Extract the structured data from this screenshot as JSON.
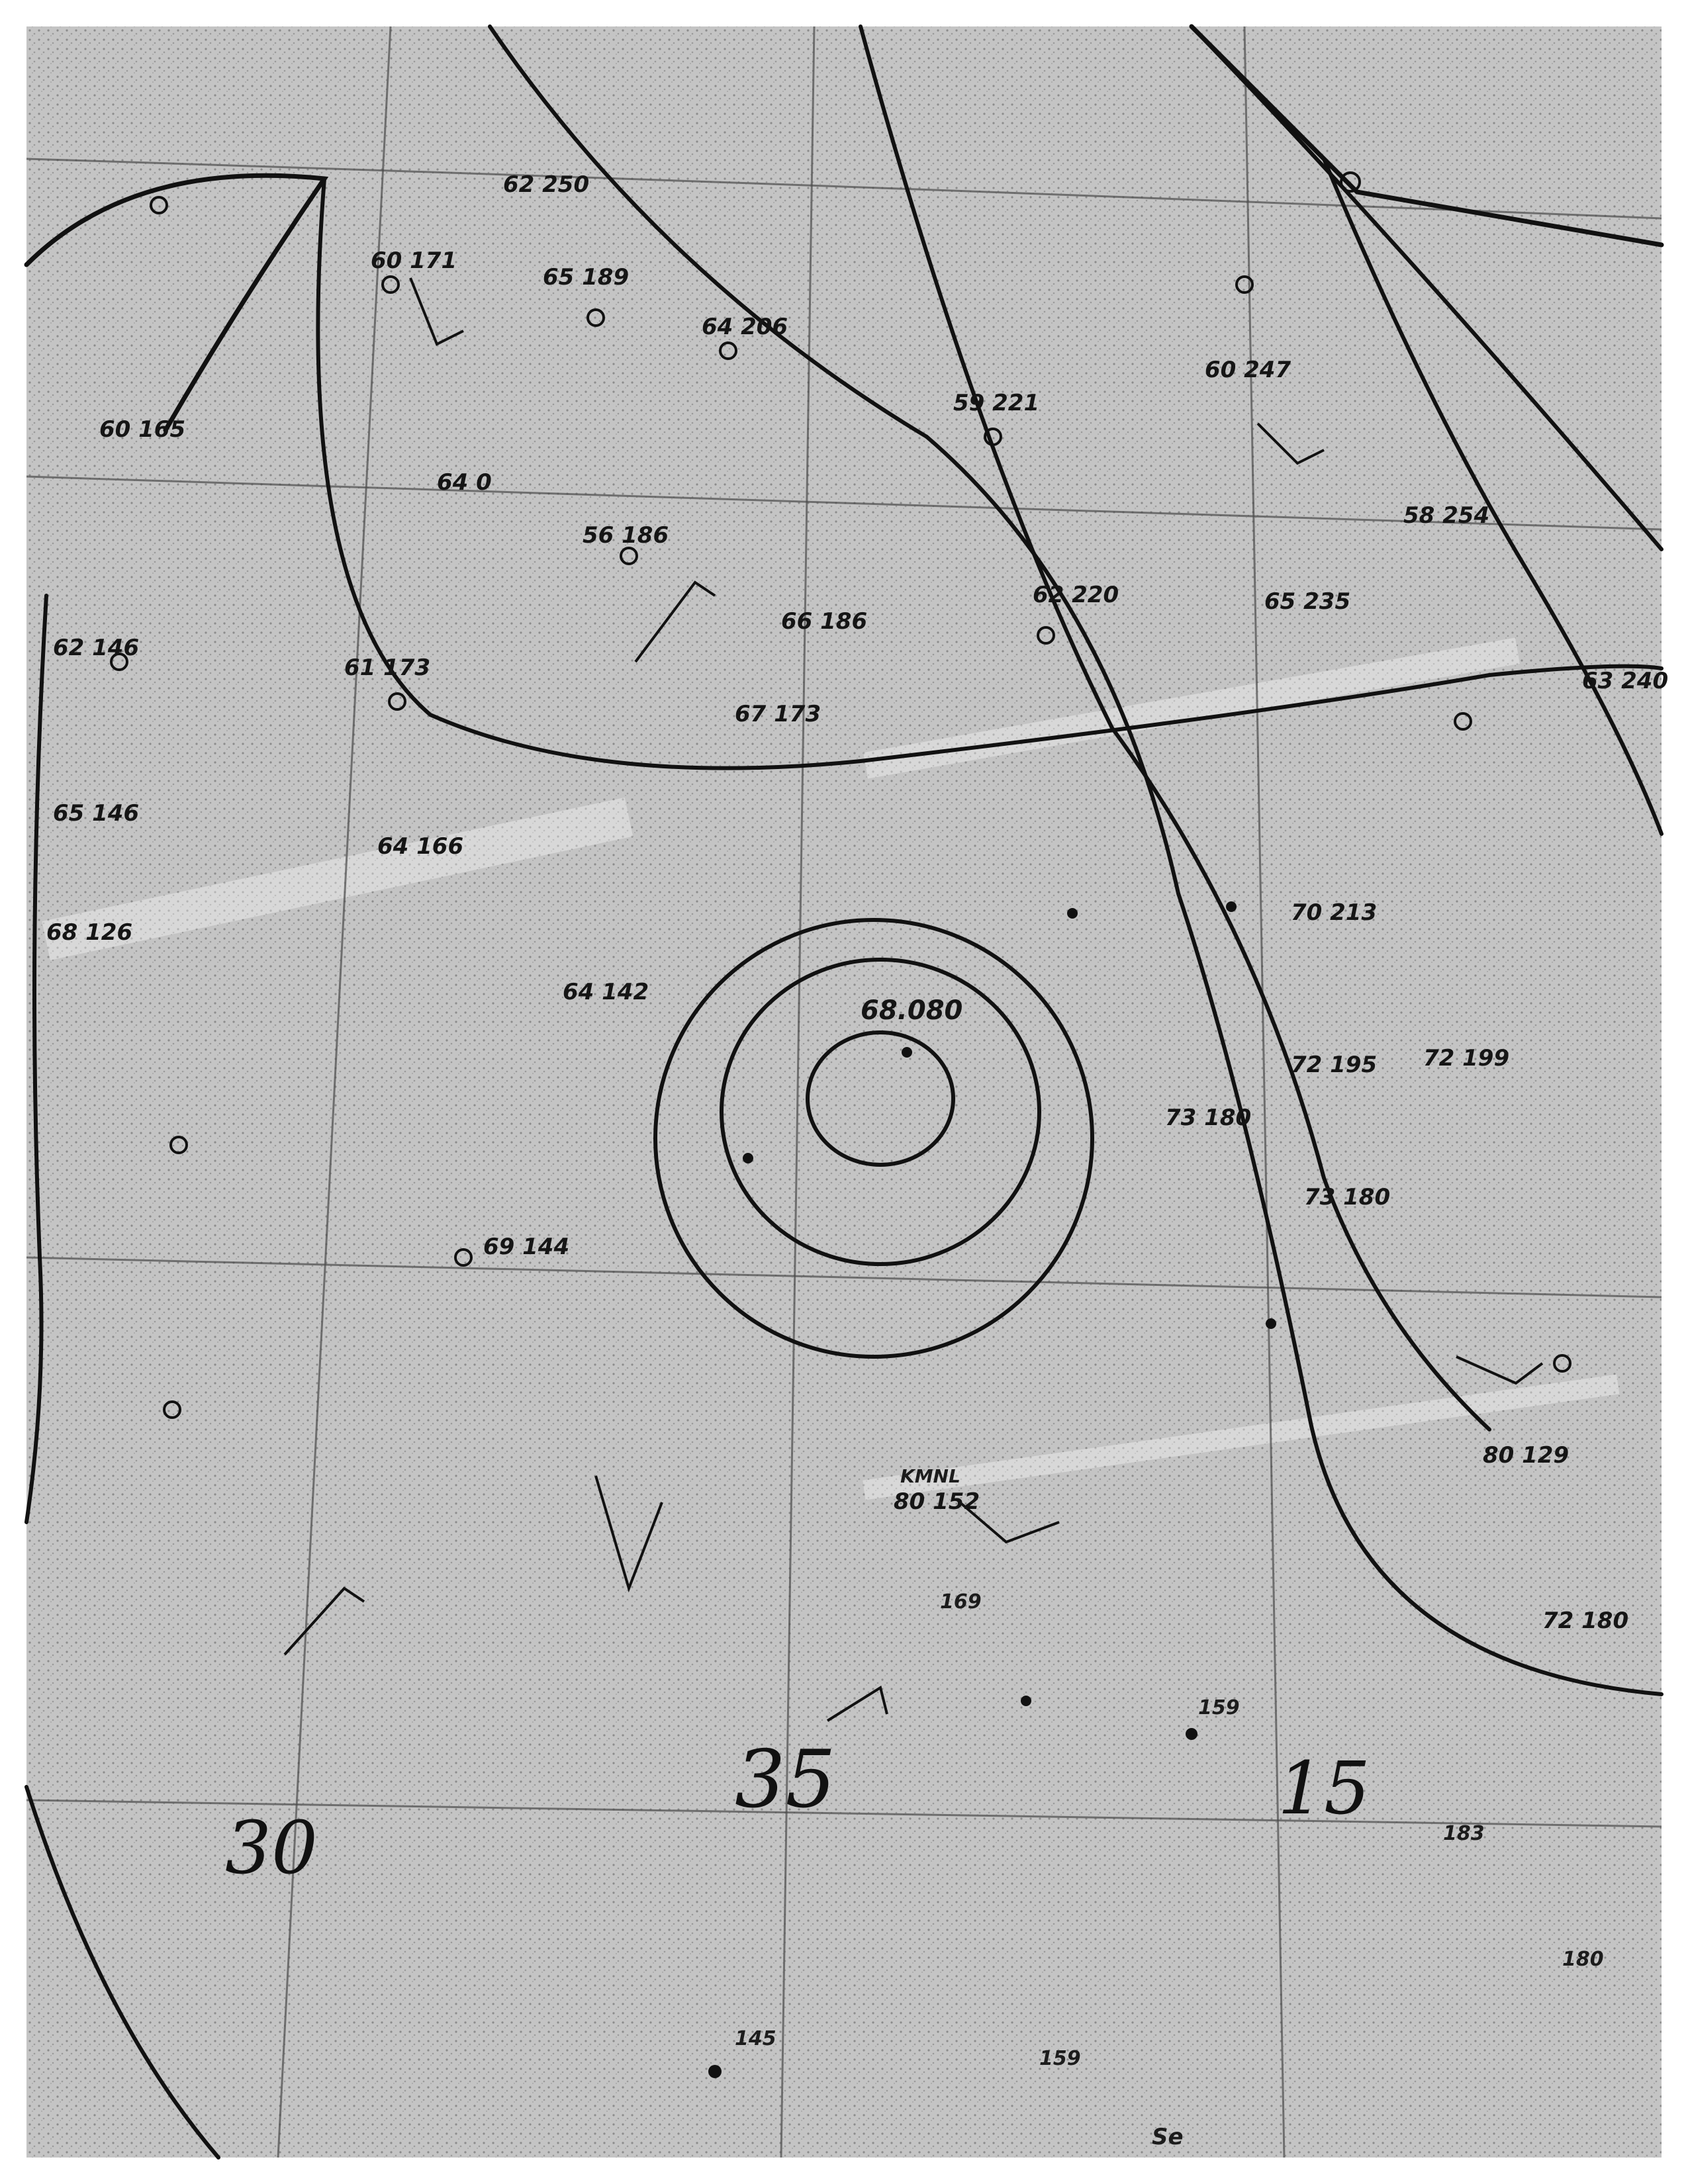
{
  "map": {
    "isobar_labels": [
      "30",
      "35",
      "15"
    ],
    "corner_note": "Se",
    "center_plot": "68.080",
    "station_plots": [
      {
        "text": "62 250"
      },
      {
        "text": "60 171"
      },
      {
        "text": "65 189"
      },
      {
        "text": "64 206"
      },
      {
        "text": "59 221"
      },
      {
        "text": "60 247"
      },
      {
        "text": "60 165"
      },
      {
        "text": "64 0"
      },
      {
        "text": "56 186"
      },
      {
        "text": "66 186"
      },
      {
        "text": "62 146"
      },
      {
        "text": "61 173"
      },
      {
        "text": "67 173"
      },
      {
        "text": "65 146"
      },
      {
        "text": "62 220"
      },
      {
        "text": "65 235"
      },
      {
        "text": "58 254"
      },
      {
        "text": "64 166"
      },
      {
        "text": "64 142"
      },
      {
        "text": "68 126"
      },
      {
        "text": "70 213"
      },
      {
        "text": "72 195"
      },
      {
        "text": "72 199"
      },
      {
        "text": "73 180"
      },
      {
        "text": "73 180"
      },
      {
        "text": "69 144"
      },
      {
        "text": "80 152"
      },
      {
        "text": "159"
      },
      {
        "text": "169"
      },
      {
        "text": "183"
      },
      {
        "text": "180"
      },
      {
        "text": "159"
      },
      {
        "text": "80 129"
      },
      {
        "text": "72 180"
      },
      {
        "text": "63 240"
      },
      {
        "text": "145"
      },
      {
        "text": "KMNL"
      }
    ]
  }
}
